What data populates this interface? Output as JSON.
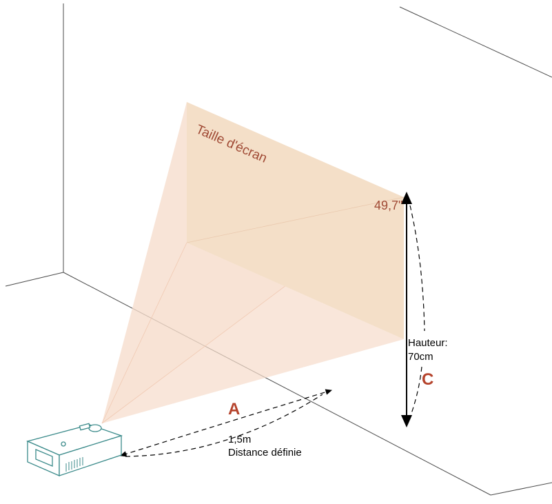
{
  "diagram": {
    "screen_label": "Taille d'écran",
    "diagonal": "49,7\"",
    "height_label": "Hauteur:",
    "height_value": "70cm",
    "marker_a": "A",
    "marker_c": "C",
    "distance_value": "1,5m",
    "distance_label": "Distance définie"
  },
  "colors": {
    "accent": "#b5432c",
    "screen_fill": "#f4dfc8",
    "beam_fill": "#f6dccb",
    "line": "#4a4a4a",
    "projector": "#3a8a8a"
  }
}
